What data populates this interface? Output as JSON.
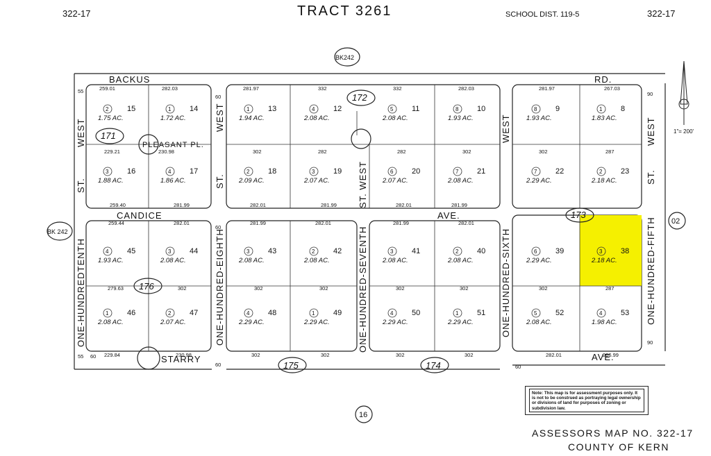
{
  "header": {
    "page_left": "322-17",
    "title": "TRACT 3261",
    "school_dist": "SCHOOL DIST. 119-5",
    "page_right": "322-17"
  },
  "book_refs": {
    "top": "BK242",
    "left": "BK 242"
  },
  "streets": {
    "backus": "BACKUS",
    "rd": "RD.",
    "pleasant": "PLEASANT PL.",
    "candice": "CANDICE",
    "candice_ave": "AVE.",
    "starry": "STARRY",
    "ave_bottom": "AVE.",
    "west_a": "WEST",
    "st_a": "ST.",
    "west_b": "WEST",
    "st_b": "ST.",
    "st_west_c": "ST. WEST",
    "west_d": "WEST",
    "west_e": "WEST",
    "st_e": "ST.",
    "one_tenth": "ONE-HUNDREDTENTH",
    "one_eighth": "ONE-HUNDRED-EIGHTH",
    "one_seventh": "ONE-HUNDRED-SEVENTH",
    "one_sixth": "ONE-HUNDRED-SIXTH",
    "one_fifth": "ONE-HUNDRED-FIFTH"
  },
  "blocks": {
    "b171": "171",
    "b172": "172",
    "b173": "173",
    "b174": "174",
    "b175": "175",
    "b176": "176",
    "b16": "16",
    "b02": "02"
  },
  "lots": {
    "r1": [
      "15",
      "14",
      "13",
      "12",
      "11",
      "10",
      "9",
      "8"
    ],
    "r2": [
      "16",
      "17",
      "18",
      "19",
      "20",
      "21",
      "22",
      "23"
    ],
    "r3": [
      "45",
      "44",
      "43",
      "42",
      "41",
      "40",
      "39",
      "38"
    ],
    "r4": [
      "46",
      "47",
      "48",
      "49",
      "50",
      "51",
      "52",
      "53"
    ]
  },
  "parcels": {
    "r1": [
      {
        "n": "2",
        "a": "1.75 AC."
      },
      {
        "n": "1",
        "a": "1.72 AC."
      },
      {
        "n": "1",
        "a": "1.94 AC."
      },
      {
        "n": "4",
        "a": "2.08 AC."
      },
      {
        "n": "5",
        "a": "2.08 AC."
      },
      {
        "n": "8",
        "a": "1.93 AC."
      },
      {
        "n": "8",
        "a": "1.93 AC."
      },
      {
        "n": "1",
        "a": "1.83 AC."
      }
    ],
    "r2": [
      {
        "n": "3",
        "a": "1.88 AC."
      },
      {
        "n": "4",
        "a": "1.86 AC."
      },
      {
        "n": "2",
        "a": "2.09 AC."
      },
      {
        "n": "3",
        "a": "2.07 AC."
      },
      {
        "n": "6",
        "a": "2.07 AC."
      },
      {
        "n": "7",
        "a": "2.08 AC."
      },
      {
        "n": "7",
        "a": "2.29 AC."
      },
      {
        "n": "2",
        "a": "2.18 AC."
      }
    ],
    "r3": [
      {
        "n": "4",
        "a": "1.93 AC."
      },
      {
        "n": "3",
        "a": "2.08 AC."
      },
      {
        "n": "3",
        "a": "2.08 AC."
      },
      {
        "n": "2",
        "a": "2.08 AC."
      },
      {
        "n": "3",
        "a": "2.08 AC."
      },
      {
        "n": "2",
        "a": "2.08 AC."
      },
      {
        "n": "6",
        "a": "2.29 AC."
      },
      {
        "n": "3",
        "a": "2.18 AC."
      }
    ],
    "r4": [
      {
        "n": "1",
        "a": "2.08 AC."
      },
      {
        "n": "2",
        "a": "2.07 AC."
      },
      {
        "n": "4",
        "a": "2.29 AC."
      },
      {
        "n": "1",
        "a": "2.29 AC."
      },
      {
        "n": "4",
        "a": "2.29 AC."
      },
      {
        "n": "1",
        "a": "2.29 AC."
      },
      {
        "n": "5",
        "a": "2.08 AC."
      },
      {
        "n": "4",
        "a": "1.98 AC."
      }
    ]
  },
  "dims": {
    "top": [
      "259.01",
      "282.03",
      "281.97",
      "332",
      "332",
      "282.03",
      "281.97",
      "267.03"
    ],
    "mid1": [
      "229.21",
      "230.98",
      "302",
      "282",
      "282",
      "302",
      "302",
      "287"
    ],
    "mid2": [
      "259.40",
      "281.99",
      "282.01",
      "281.99",
      "282.01",
      "281.99"
    ],
    "mid3": [
      "259.44",
      "282.01",
      "281.99",
      "282.01",
      "281.99",
      "282.01"
    ],
    "mid4": [
      "279.63",
      "302",
      "302",
      "302",
      "302",
      "302",
      "302",
      "287"
    ],
    "bot": [
      "229.84",
      "230.98",
      "302",
      "302",
      "302",
      "302",
      "282.01",
      "266.99"
    ],
    "side": [
      "55",
      "60",
      "90",
      "60",
      "60",
      "55",
      "60",
      "90",
      "60"
    ]
  },
  "highlight": {
    "color": "#f5f000",
    "parcel": "3",
    "lot": "38",
    "area": "2.18 AC."
  },
  "north": {
    "scale": "1\"= 200'"
  },
  "note": "Note: This map is for assessment purposes only. It is not to be construed as portraying legal ownership or divisions of land for purposes of zoning or subdivision law.",
  "footer": {
    "map_no": "ASSESSORS MAP NO. 322-17",
    "county": "COUNTY OF KERN"
  }
}
